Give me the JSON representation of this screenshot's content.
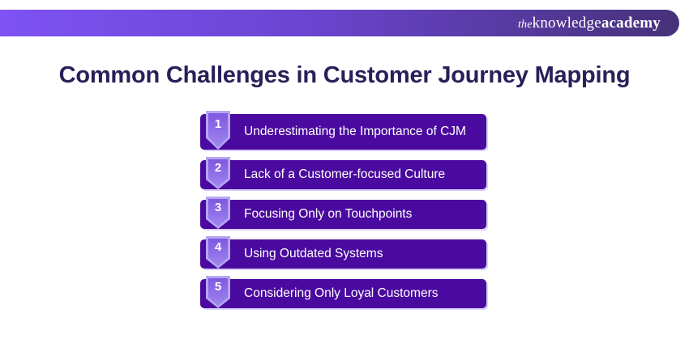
{
  "brand": {
    "the": "the",
    "knowledge": "knowledge",
    "academy": "academy"
  },
  "title": "Common Challenges in Customer Journey Mapping",
  "challenges": [
    {
      "number": "1",
      "label": "Underestimating the Importance of CJM"
    },
    {
      "number": "2",
      "label": "Lack of a Customer-focused Culture"
    },
    {
      "number": "3",
      "label": "Focusing Only on Touchpoints"
    },
    {
      "number": "4",
      "label": "Using Outdated Systems"
    },
    {
      "number": "5",
      "label": "Considering Only Loyal Customers"
    }
  ],
  "colors": {
    "banner_start": "#7e52f5",
    "banner_end": "#473179",
    "bar_bg": "#4a0a9f",
    "bar_text": "#ffffff",
    "bar_edge_highlight": "#b9a8f3",
    "badge_outer": "#b5a6f3",
    "badge_inner_top": "#7f58e0",
    "badge_inner_bottom": "#9f86ef",
    "title_text": "#272059"
  }
}
